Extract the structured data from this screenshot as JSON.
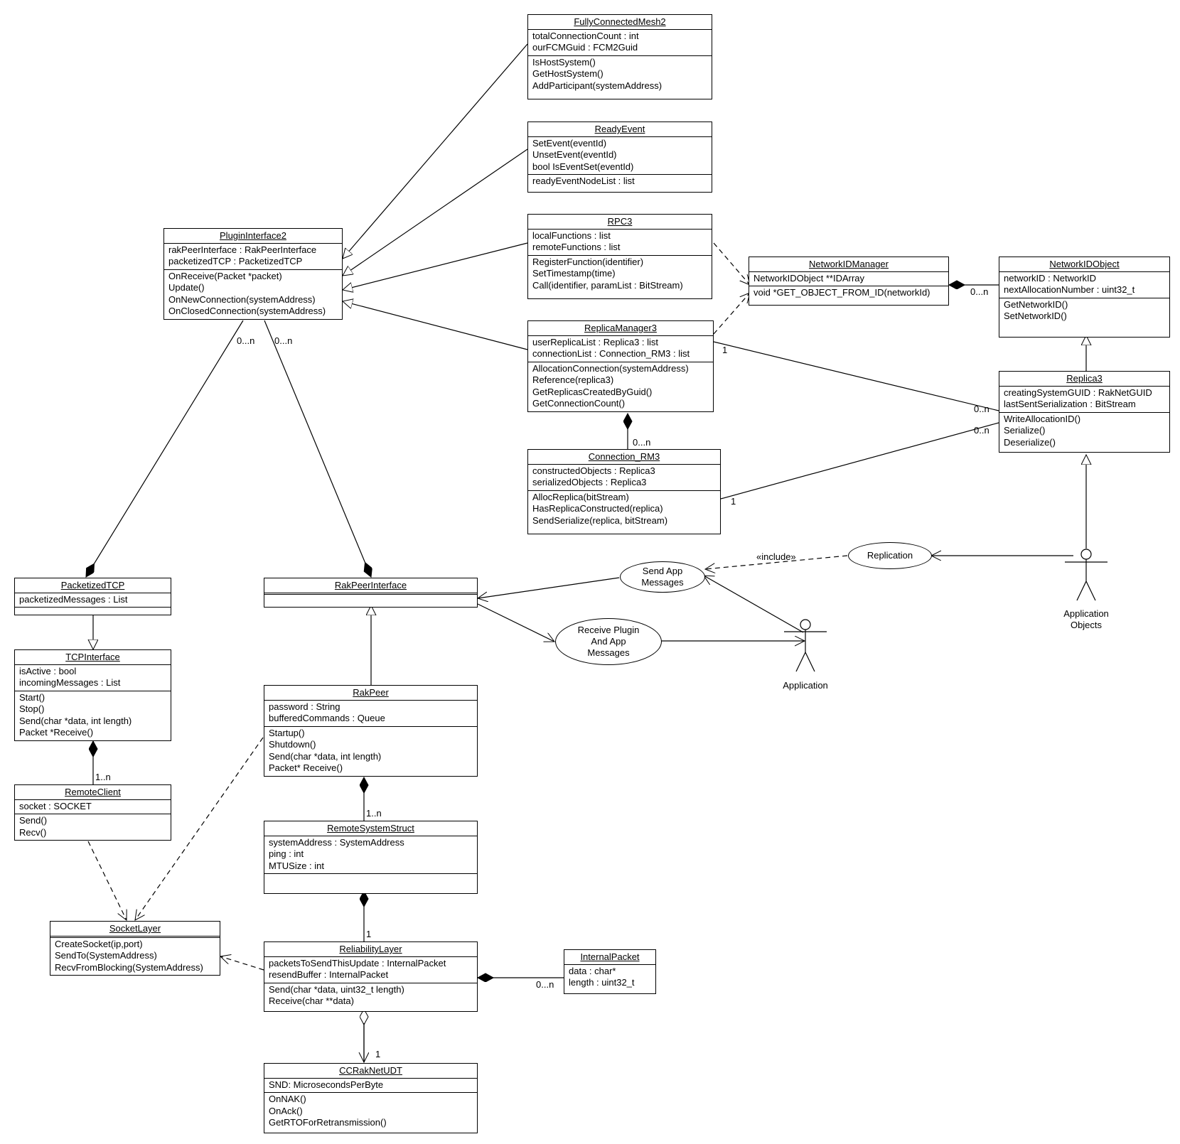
{
  "classes": {
    "fcm2": {
      "name": "FullyConnectedMesh2",
      "attributes": [
        "totalConnectionCount : int",
        "ourFCMGuid : FCM2Guid"
      ],
      "operations": [
        "IsHostSystem()",
        "GetHostSystem()",
        "AddParticipant(systemAddress)"
      ]
    },
    "readyEvent": {
      "name": "ReadyEvent",
      "operations": [
        "SetEvent(eventId)",
        "UnsetEvent(eventId)",
        "bool IsEventSet(eventId)"
      ],
      "attributes": [
        "readyEventNodeList : list"
      ]
    },
    "pluginInterface2": {
      "name": "PluginInterface2",
      "attributes": [
        "rakPeerInterface : RakPeerInterface",
        "packetizedTCP : PacketizedTCP"
      ],
      "operations": [
        "OnReceive(Packet *packet)",
        "Update()",
        "OnNewConnection(systemAddress)",
        "OnClosedConnection(systemAddress)"
      ]
    },
    "rpc3": {
      "name": "RPC3",
      "attributes": [
        "localFunctions : list",
        "remoteFunctions : list"
      ],
      "operations": [
        "RegisterFunction(identifier)",
        "SetTimestamp(time)",
        "Call(identifier, paramList : BitStream)"
      ]
    },
    "networkIDManager": {
      "name": "NetworkIDManager",
      "attributes": [
        "NetworkIDObject **IDArray"
      ],
      "operations": [
        "void *GET_OBJECT_FROM_ID(networkId)"
      ]
    },
    "networkIDObject": {
      "name": "NetworkIDObject",
      "attributes": [
        "networkID : NetworkID",
        "nextAllocationNumber : uint32_t"
      ],
      "operations": [
        "GetNetworkID()",
        "SetNetworkID()"
      ]
    },
    "replicaManager3": {
      "name": "ReplicaManager3",
      "attributes": [
        "userReplicaList : Replica3 : list",
        "connectionList : Connection_RM3 : list"
      ],
      "operations": [
        "AllocationConnection(systemAddress)",
        "Reference(replica3)",
        "GetReplicasCreatedByGuid()",
        "GetConnectionCount()"
      ]
    },
    "replica3": {
      "name": "Replica3",
      "attributes": [
        "creatingSystemGUID : RakNetGUID",
        "lastSentSerialization : BitStream"
      ],
      "operations": [
        "WriteAllocationID()",
        "Serialize()",
        "Deserialize()"
      ]
    },
    "connectionRM3": {
      "name": "Connection_RM3",
      "attributes": [
        "constructedObjects : Replica3",
        "serializedObjects : Replica3"
      ],
      "operations": [
        "AllocReplica(bitStream)",
        "HasReplicaConstructed(replica)",
        "SendSerialize(replica, bitStream)"
      ]
    },
    "packetizedTCP": {
      "name": "PacketizedTCP",
      "attributes": [
        "packetizedMessages : List"
      ],
      "operations": []
    },
    "tcpInterface": {
      "name": "TCPInterface",
      "attributes": [
        "isActive : bool",
        "incomingMessages : List"
      ],
      "operations": [
        "Start()",
        "Stop()",
        "Send(char *data, int length)",
        "Packet *Receive()"
      ]
    },
    "remoteClient": {
      "name": "RemoteClient",
      "attributes": [
        "socket : SOCKET"
      ],
      "operations": [
        "Send()",
        "Recv()"
      ]
    },
    "rakPeerInterface": {
      "name": "RakPeerInterface",
      "attributes": [],
      "operations": []
    },
    "rakPeer": {
      "name": "RakPeer",
      "attributes": [
        "password : String",
        "bufferedCommands : Queue"
      ],
      "operations": [
        "Startup()",
        "Shutdown()",
        "Send(char *data, int length)",
        "Packet* Receive()"
      ]
    },
    "remoteSystemStruct": {
      "name": "RemoteSystemStruct",
      "attributes": [
        "systemAddress : SystemAddress",
        "ping : int",
        "MTUSize : int"
      ],
      "operations": []
    },
    "socketLayer": {
      "name": "SocketLayer",
      "attributes": [],
      "operations": [
        "CreateSocket(ip,port)",
        "SendTo(SystemAddress)",
        "RecvFromBlocking(SystemAddress)"
      ]
    },
    "reliabilityLayer": {
      "name": "ReliabilityLayer",
      "attributes": [
        "packetsToSendThisUpdate : InternalPacket",
        "resendBuffer : InternalPacket"
      ],
      "operations": [
        "Send(char *data, uint32_t length)",
        "Receive(char **data)"
      ]
    },
    "internalPacket": {
      "name": "InternalPacket",
      "attributes": [
        "data : char*",
        "length : uint32_t"
      ],
      "operations": []
    },
    "ccRakNetUDT": {
      "name": "CCRakNetUDT",
      "attributes": [
        "SND: MicrosecondsPerByte"
      ],
      "operations": [
        "OnNAK()",
        "OnAck()",
        "GetRTOForRetransmission()"
      ]
    }
  },
  "use_cases": {
    "sendApp": "Send App\nMessages",
    "receivePlugin": "Receive Plugin\nAnd App\nMessages",
    "replication": "Replication"
  },
  "actors": {
    "application": "Application",
    "applicationObjects": "Application\nObjects"
  },
  "labels": {
    "include": "«include»",
    "m_pi_left": "0...n",
    "m_pi_right": "0...n",
    "m_nidm": "0...n",
    "m_rm3_1": "1",
    "m_rm3_conn": "0...n",
    "m_r3_a": "0..n",
    "m_r3_b": "0..n",
    "m_crm3_1": "1",
    "m_tcp_1n": "1..n",
    "m_rp_1n": "1..n",
    "m_rss_1": "1",
    "m_ip": "0...n",
    "m_ccr_1": "1"
  }
}
